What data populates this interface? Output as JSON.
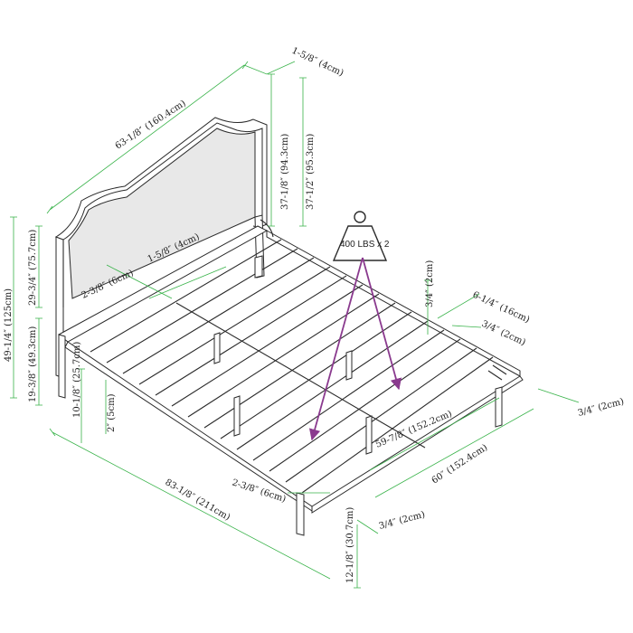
{
  "dimensions": {
    "top_width": "63-1/8″ (160.4cm)",
    "post_width": "1-5/8″ (4cm)",
    "hb_height_94": "37-1/8″ (94.3cm)",
    "hb_height_95": "37-1/2″ (95.3cm)",
    "total_height": "49-1/4″ (125cm)",
    "hb_panel_height": "29-3/4″ (75.7cm)",
    "lower_height": "19-3/8″ (49.3cm)",
    "side_rail_height": "10-1/8″ (25.7cm)",
    "rail_thick_small": "2″ (5cm)",
    "inner_post_gap": "1-5/8″ (4cm)",
    "inner_offset": "2-3/8″ (6cm)",
    "slat_depth": "3/4″ (2cm)",
    "right_offset": "6-1/4″ (16cm)",
    "right_thick": "3/4″ (2cm)",
    "edge_thick": "3/4″ (2cm)",
    "inner_width": "59-7/8″ (152.2cm)",
    "outer_width": "60″ (152.4cm)",
    "length": "83-1/8″ (211cm)",
    "leg_offset": "2-3/8″ (6cm)",
    "bottom_thick": "3/4″ (2cm)",
    "leg_height": "12-1/8″ (30.7cm)"
  },
  "weight": {
    "label": "400 LBS x 2"
  },
  "colors": {
    "dimension_lines": "#39b34a",
    "frame": "#2a2a2a",
    "load_arrows": "#8a3a8e"
  },
  "icons": {
    "weight": "kettlebell-weight-icon"
  }
}
